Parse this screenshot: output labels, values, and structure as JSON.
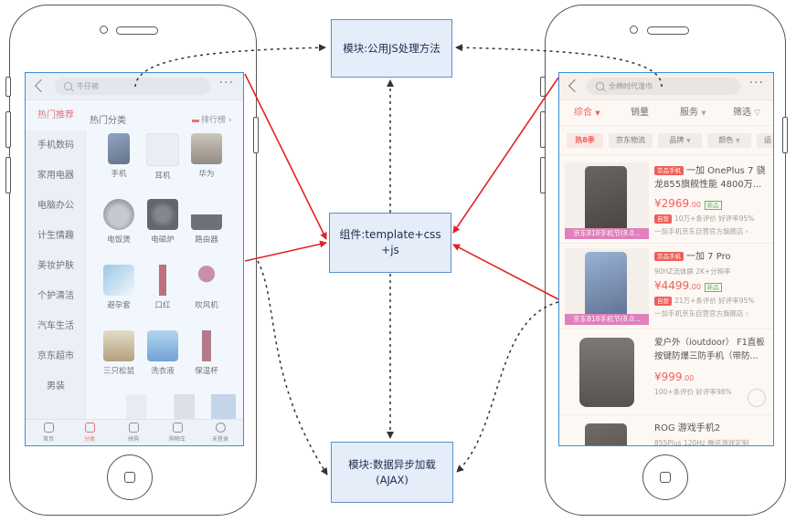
{
  "diagram": {
    "box_common_js": "模块:公用JS处理方法",
    "box_component_line1": "组件:template+css",
    "box_component_line2": "+js",
    "box_ajax_line1": "模块:数据异步加载",
    "box_ajax_line2": "(AJAX)",
    "colors": {
      "solid_arrow": "#e52222",
      "dashed_arrow": "#333333",
      "box_fill": "#e4edf8",
      "box_border": "#5c8fc7",
      "screen_border": "#3c8fd6"
    }
  },
  "left_phone": {
    "search_placeholder": "牛仔裤",
    "more_icon": "more-dots-icon",
    "categories": [
      "热门推荐",
      "手机数码",
      "家用电器",
      "电脑办公",
      "计生情趣",
      "美妆护肤",
      "个护清洁",
      "汽车生活",
      "京东超市",
      "男装"
    ],
    "active_category_color": "#e33",
    "section_title": "热门分类",
    "ranking_label": "排行榜",
    "items": [
      "手机",
      "耳机",
      "华为",
      "电饭煲",
      "电磁炉",
      "路由器",
      "避孕套",
      "口红",
      "吹风机",
      "三只松鼠",
      "洗衣液",
      "保温杯"
    ],
    "tabs": [
      "首页",
      "分类",
      "拼购",
      "购物车",
      "未登录"
    ]
  },
  "right_phone": {
    "search_placeholder": "全棉时代湿巾",
    "filters": [
      "综合",
      "销量",
      "服务",
      "筛选"
    ],
    "chips": [
      "热8季",
      "京东物流",
      "品牌",
      "颜色",
      "运"
    ],
    "products": [
      {
        "badge": "京品手机",
        "title": "一加 OnePlus 7 骁龙855旗舰性能 4800万...",
        "price": "¥2969",
        "price_cents": ".00",
        "price_tag": "新品",
        "self_tag": "自营",
        "reviews": "10万+条评价 好评率95%",
        "shop": "一加手机京东自营官方旗舰店",
        "promo": "京东818手机节(8.0..."
      },
      {
        "badge": "京品手机",
        "title": "一加 7 Pro",
        "subtitle": "90HZ流体屏  2K+分辨率",
        "price": "¥4499",
        "price_cents": ".00",
        "price_tag": "新品",
        "self_tag": "自营",
        "reviews": "21万+条评价 好评率95%",
        "shop": "一加手机京东自营官方旗舰店",
        "promo": "京东818手机节(8.0..."
      },
      {
        "title": "爱户外（ioutdoor） F1直板按键防爆三防手机（带防...",
        "price": "¥999",
        "price_cents": ".00",
        "reviews": "100+条评价 好评率98%"
      },
      {
        "title": "ROG 游戏手机2",
        "subtitle": "855Plus 120Hz 腾讯游戏定制"
      }
    ]
  }
}
